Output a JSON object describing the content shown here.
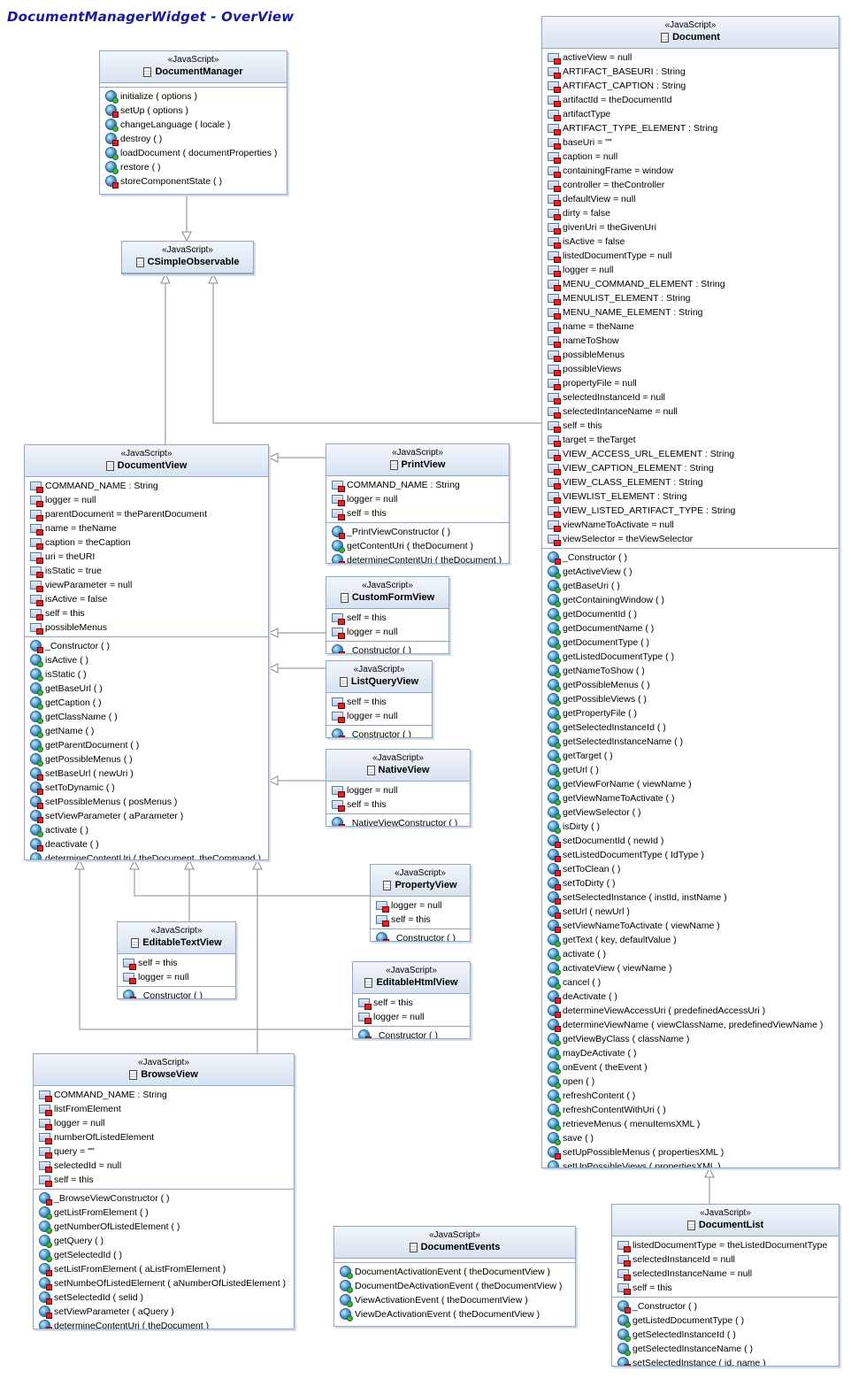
{
  "title": "DocumentManagerWidget  -  OverView",
  "stereotype": "«JavaScript»",
  "classes": {
    "documentManager": {
      "name": "DocumentManager",
      "attributes": [],
      "methods": [
        "initialize ( options )",
        "setUp ( options )",
        "changeLanguage ( locale )",
        "destroy ( )",
        "loadDocument ( documentProperties )",
        "restore ( )",
        "storeComponentState ( )"
      ]
    },
    "simpleObservable": {
      "name": "CSimpleObservable",
      "attributes": [],
      "methods": []
    },
    "document": {
      "name": "Document",
      "attributes": [
        "activeView = null",
        "ARTIFACT_BASEURI : String",
        "ARTIFACT_CAPTION : String",
        "artifactId = theDocumentId",
        "artifactType",
        "ARTIFACT_TYPE_ELEMENT : String",
        "baseUri = \"\"",
        "caption = null",
        "containingFrame = window",
        "controller = theController",
        "defaultView = null",
        "dirty = false",
        "givenUri = theGivenUri",
        "isActive = false",
        "listedDocumentType = null",
        "logger = null",
        "MENU_COMMAND_ELEMENT : String",
        "MENULIST_ELEMENT : String",
        "MENU_NAME_ELEMENT : String",
        "name = theName",
        "nameToShow",
        "possibleMenus",
        "possibleViews",
        "propertyFile = null",
        "selectedInstanceId = null",
        "selectedIntanceName = null",
        "self = this",
        "target = theTarget",
        "VIEW_ACCESS_URL_ELEMENT : String",
        "VIEW_CAPTION_ELEMENT : String",
        "VIEW_CLASS_ELEMENT : String",
        "VIEWLIST_ELEMENT : String",
        "VIEW_LISTED_ARTIFACT_TYPE : String",
        "viewNameToActivate = null",
        "viewSelector = theViewSelector"
      ],
      "methods": [
        "_Constructor ( )",
        "getActiveView ( )",
        "getBaseUri ( )",
        "getContainingWindow ( )",
        "getDocumentId ( )",
        "getDocumentName ( )",
        "getDocumentType ( )",
        "getListedDocumentType ( )",
        "getNameToShow ( )",
        "getPossibleMenus ( )",
        "getPossibleViews ( )",
        "getPropertyFile ( )",
        "getSelectedInstanceId ( )",
        "getSelectedInstanceName ( )",
        "getTarget ( )",
        "getUrl ( )",
        "getViewForName ( viewName )",
        "getViewNameToActivate ( )",
        "getViewSelector ( )",
        "isDirty ( )",
        "setDocumentId ( newId )",
        "setListedDocumentType ( IdType )",
        "setToClean ( )",
        "setToDirty ( )",
        "setSelectedInstance ( instId, instName )",
        "setUrl ( newUrl )",
        "setViewNameToActivate ( viewName )",
        "getText ( key, defaultValue )",
        "activate ( )",
        "activateView ( viewName )",
        "cancel ( )",
        "deActivate ( )",
        "determineViewAccessUri ( predefinedAccessUri )",
        "determineViewName ( viewClassName, predefinedViewName )",
        "getViewByClass ( className )",
        "mayDeActivate ( )",
        "onEvent ( theEvent )",
        "open ( )",
        "refreshContent ( )",
        "refreshContentWithUri ( )",
        "retrieveMenus ( menuItemsXML )",
        "save ( )",
        "setUpPossibleMenus ( propertiesXML )",
        "setUpPossibleViews ( propertiesXML )"
      ]
    },
    "documentView": {
      "name": "DocumentView",
      "attributes": [
        "COMMAND_NAME : String",
        "logger = null",
        "parentDocument = theParentDocument",
        "name = theName",
        "caption = theCaption",
        "uri = theURI",
        "isStatic = true",
        "viewParameter = null",
        "isActive = false",
        "self = this",
        "possibleMenus"
      ],
      "methods": [
        "_Constructor ( )",
        "isActive ( )",
        "isStatic ( )",
        "getBaseUrl ( )",
        "getCaption ( )",
        "getClassName ( )",
        "getName ( )",
        "getParentDocument ( )",
        "getPossibleMenus ( )",
        "setBaseUrl ( newUri )",
        "setToDynamic ( )",
        "setPossibleMenus ( posMenus )",
        "setViewParameter ( aParameter )",
        "activate ( )",
        "deactivate ( )",
        "determineContentUri ( theDocument, theCommand )"
      ]
    },
    "printView": {
      "name": "PrintView",
      "attributes": [
        "COMMAND_NAME : String",
        "logger = null",
        "self = this"
      ],
      "methods": [
        "_PrintViewConstructor ( )",
        "getContentUri ( theDocument )",
        "determineContentUri ( theDocument )"
      ]
    },
    "customFormView": {
      "name": "CustomFormView",
      "attributes": [
        "self = this",
        "logger = null"
      ],
      "methods": [
        "_Constructor ( )"
      ]
    },
    "listQueryView": {
      "name": "ListQueryView",
      "attributes": [
        "self = this",
        "logger = null"
      ],
      "methods": [
        "_Constructor ( )"
      ]
    },
    "nativeView": {
      "name": "NativeView",
      "attributes": [
        "logger = null",
        "self = this"
      ],
      "methods": [
        "_NativeViewConstructor ( )"
      ]
    },
    "propertyView": {
      "name": "PropertyView",
      "attributes": [
        "logger = null",
        "self = this"
      ],
      "methods": [
        "_Constructor ( )"
      ]
    },
    "editableTextView": {
      "name": "EditableTextView",
      "attributes": [
        "self = this",
        "logger = null"
      ],
      "methods": [
        "_Constructor ( )"
      ]
    },
    "editableHtmlView": {
      "name": "EditableHtmlView",
      "attributes": [
        "self = this",
        "logger = null"
      ],
      "methods": [
        "_Constructor ( )"
      ]
    },
    "browseView": {
      "name": "BrowseView",
      "attributes": [
        "COMMAND_NAME : String",
        "listFromElement",
        "logger = null",
        "numberOfListedElement",
        "query = \"\"",
        "selectedId = null",
        "self = this"
      ],
      "methods": [
        "_BrowseViewConstructor ( )",
        "getListFromElement ( )",
        "getNumberOfListedElement ( )",
        "getQuery ( )",
        "getSelectedId ( )",
        "setListFromElement ( aListFromElement )",
        "setNumbeOfListedElement ( aNumberOfListedElement )",
        "setSelectedId ( selid )",
        "setViewParameter ( aQuery )",
        "determineContentUri ( theDocument )"
      ]
    },
    "documentEvents": {
      "name": "DocumentEvents",
      "attributes": [],
      "methods": [
        "DocumentActivationEvent ( theDocumentView )",
        "DocumentDeActivationEvent ( theDocumentView )",
        "ViewActivationEvent ( theDocumentView )",
        "ViewDeActivationEvent ( theDocumentView )"
      ]
    },
    "documentList": {
      "name": "DocumentList",
      "attributes": [
        "listedDocumentType = theListedDocumentType",
        "selectedInstanceId = null",
        "selectedInstanceName = null",
        "self = this"
      ],
      "methods": [
        "_Constructor ( )",
        "getListedDocumentType ( )",
        "getSelectedInstanceId ( )",
        "getSelectedInstanceName ( )",
        "setSelectedInstance ( id, name )"
      ]
    }
  }
}
